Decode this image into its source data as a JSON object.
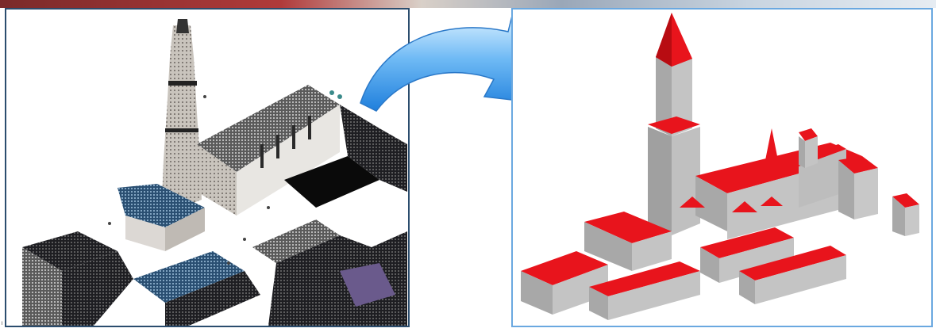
{
  "figure": {
    "left_panel": {
      "subject": "point-cloud-scan-of-church-and-buildings"
    },
    "right_panel": {
      "subject": "3d-block-model-with-red-roofs"
    },
    "arrow": {
      "direction": "left-to-right"
    },
    "colors": {
      "roof_red": "#e8141c",
      "wall_gray": "#b8b8b8",
      "arrow_blue": "#3a9ae8",
      "frame_dark": "#2b4d6e",
      "frame_light": "#6aa8e0"
    }
  }
}
